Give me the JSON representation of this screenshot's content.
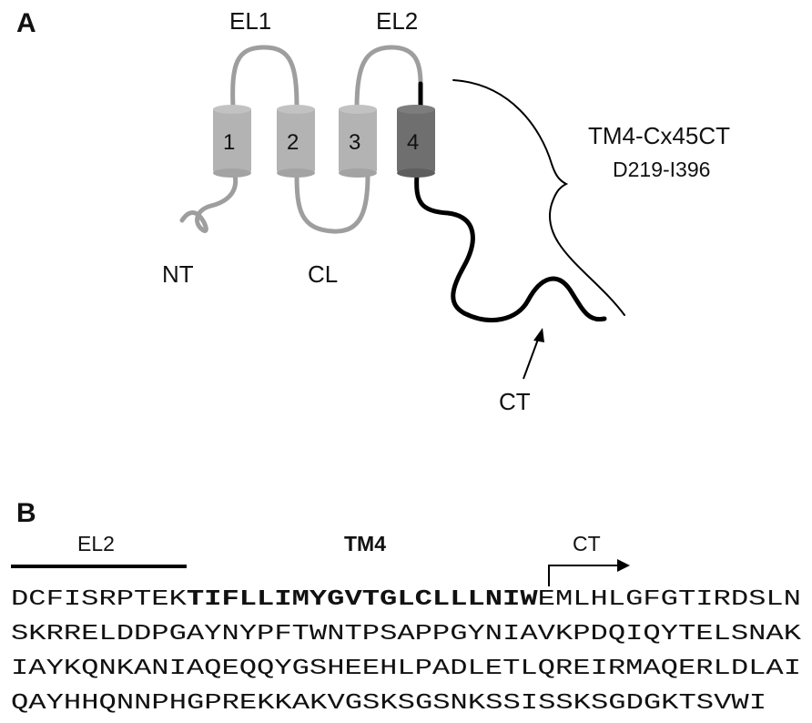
{
  "panels": {
    "a_label": "A",
    "b_label": "B"
  },
  "topology": {
    "loop_labels": {
      "el1": "EL1",
      "el2": "EL2",
      "nt": "NT",
      "cl": "CL",
      "ct": "CT"
    },
    "helices": [
      {
        "label": "1",
        "color": "#b3b3b3"
      },
      {
        "label": "2",
        "color": "#b3b3b3"
      },
      {
        "label": "3",
        "color": "#b3b3b3"
      },
      {
        "label": "4",
        "color": "#6f6f6f"
      }
    ],
    "construct_title": "TM4-Cx45CT",
    "construct_range": "D219-I396",
    "colors": {
      "native_loop": "#9e9e9e",
      "construct_loop": "#000000"
    }
  },
  "sequence": {
    "region_labels": {
      "el2": "EL2",
      "tm4": "TM4",
      "ct": "CT"
    },
    "line1": {
      "prefix": "DCFISRPTEK",
      "bold": "TIFLLIMYGVTGLCLLLNIW",
      "suffix": "EMLHLGFGTIRDSLN"
    },
    "lines": [
      "SKRRELDDPGAYNYPFTWNTPSAPPGYNIAVKPDQIQYTELSNAK",
      "IAYKQNKANIAQEQQYGSHEEHLPADLETLQREIRMAQERLDLAI",
      "QAYHHQNNPHGPREKKAKVGSKSGSNKSSISSKSGDGKTSVWI"
    ]
  }
}
